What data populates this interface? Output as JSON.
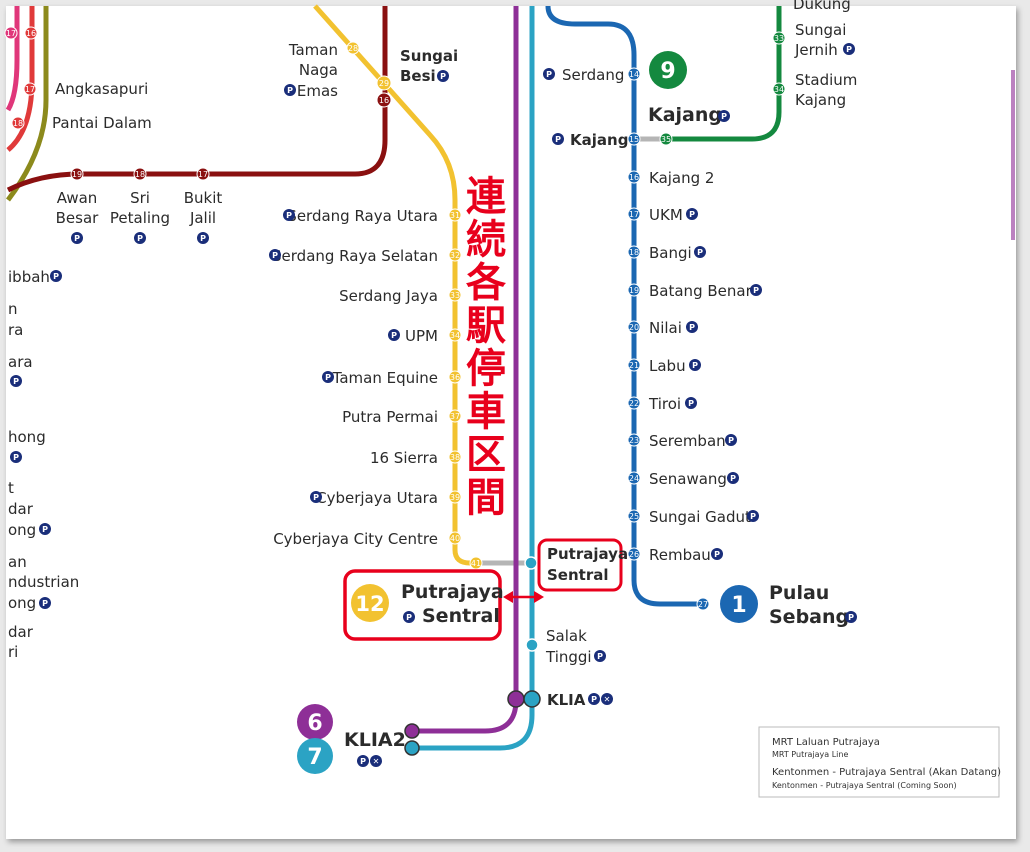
{
  "annotation": {
    "vertical_text": "連続各駅停車区間",
    "color": "#e8001c"
  },
  "colors": {
    "kajang": "#0e7a3c",
    "putrajaya": "#f2c230",
    "seremban": "#1b67b2",
    "ampang": "#8a1010",
    "klia_transit": "#2ba3c4",
    "klia_ekspres": "#8e2f97",
    "park_badge": "#1a2e7a",
    "highlight": "#e8001c"
  },
  "stations": {
    "t_17": "17",
    "t_16": "16",
    "angkasapuri": "Angkasapuri",
    "t_17b": "17",
    "pantai_dalam": "Pantai Dalam",
    "t_18a": "18",
    "taman_naga_emas": [
      "Taman",
      "Naga",
      "Emas"
    ],
    "t_28": "28",
    "sungai_besi": [
      "Sungai",
      "Besi"
    ],
    "t_29": "29",
    "t_16b": "16",
    "awan_besar": [
      "Awan",
      "Besar"
    ],
    "t_19": "19",
    "sri_petaling": [
      "Sri",
      "Petaling"
    ],
    "t_18b": "18",
    "bukit_jalil": [
      "Bukit",
      "Jalil"
    ],
    "t_17c": "17",
    "serdang_raya_utara": "Serdang Raya Utara",
    "t_31": "31",
    "serdang_raya_selatan": "Serdang Raya Selatan",
    "t_32": "32",
    "serdang_jaya": "Serdang Jaya",
    "t_33": "33",
    "upm": "UPM",
    "t_34": "34",
    "taman_equine": "Taman Equine",
    "t_36": "36",
    "putra_permai": "Putra Permai",
    "t_37": "37",
    "sixteen_sierra": "16 Sierra",
    "t_38": "38",
    "cyberjaya_utara": "Cyberjaya Utara",
    "t_39": "39",
    "cyberjaya_city_centre": "Cyberjaya City Centre",
    "t_40": "40",
    "t_41": "41",
    "putrajaya_sentral_small": [
      "Putrajaya",
      "Sentral"
    ],
    "putrajaya_sentral_big": [
      "Putrajaya",
      "Sentral"
    ],
    "line_12": "12",
    "salak_tinggi": [
      "Salak",
      "Tinggi"
    ],
    "klia": "KLIA",
    "klia2": "KLIA2",
    "line_6": "6",
    "line_7": "7",
    "serdang": "Serdang",
    "t_14": "14",
    "kajang": "Kajang",
    "t_15": "15",
    "t_35": "35",
    "kajang_big": "Kajang",
    "line_9": "9",
    "kajang2": "Kajang 2",
    "t_16c": "16",
    "ukm": "UKM",
    "t_17d": "17",
    "bangi": "Bangi",
    "t_18c": "18",
    "batang_benar": "Batang Benar",
    "t_19b": "19",
    "nilai": "Nilai",
    "t_20": "20",
    "labu": "Labu",
    "t_21": "21",
    "tiroi": "Tiroi",
    "t_22": "22",
    "seremban": "Seremban",
    "t_23": "23",
    "senawang": "Senawang",
    "t_24": "24",
    "sungai_gadut": "Sungai Gadut",
    "t_25": "25",
    "rembau": "Rembau",
    "t_26": "26",
    "t_27": "27",
    "pulau_sebang": [
      "Pulau",
      "Sebang"
    ],
    "line_1": "1",
    "sungai_jernih": [
      "Sungai",
      "Jernih"
    ],
    "t_33b": "33",
    "stadium_kajang": [
      "Stadium",
      "Kajang"
    ],
    "t_34b": "34",
    "bukit_dukung_partial": "Dukung",
    "left_partial": [
      "ibbah",
      "n",
      "ra",
      "ara",
      "hong",
      "t",
      "dar",
      "ong",
      "an",
      "ndustrian",
      "ong",
      "dar",
      "ri"
    ]
  },
  "legend": {
    "line1": "MRT Laluan Putrajaya",
    "line2": "MRT Putrajaya Line",
    "line3": "Kentonmen - Putrajaya Sentral (Akan Datang)",
    "line4": "Kentonmen - Putrajaya Sentral (Coming Soon)"
  },
  "park_label": "P"
}
